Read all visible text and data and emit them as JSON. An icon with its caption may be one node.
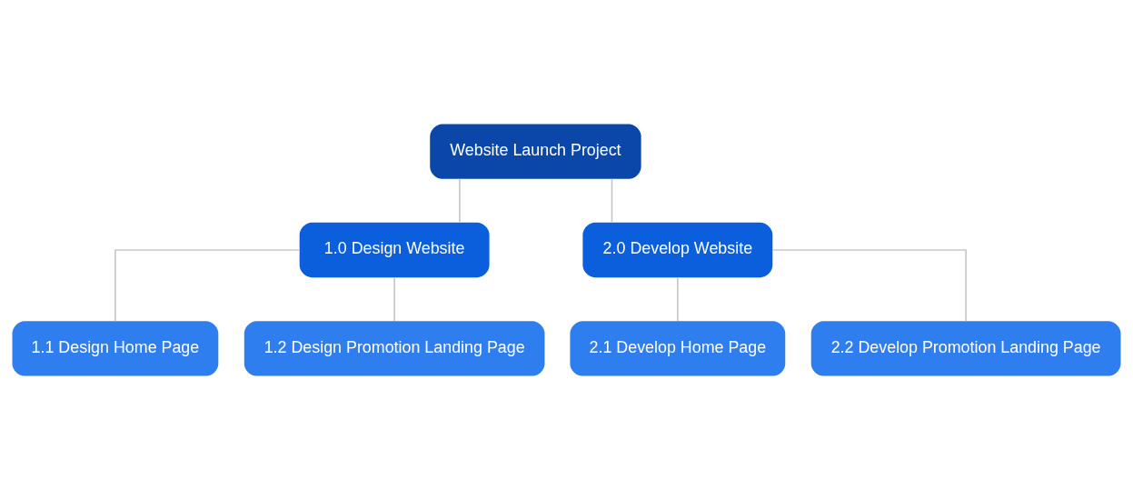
{
  "diagram": {
    "nodes": [
      {
        "text": [
          "Website Launch Project"
        ]
      },
      {
        "text": [
          "1.0 Design Website"
        ]
      },
      {
        "text": [
          "2.0 Develop Website"
        ]
      },
      {
        "text": [
          "1.1 Design Home Page"
        ]
      },
      {
        "text": [
          "1.2 Design Promotion Landing Page"
        ]
      },
      {
        "text": [
          "2.1 Develop Home Page"
        ]
      },
      {
        "text": [
          "2.2 Develop Promotion Landing Page"
        ]
      }
    ],
    "edges": [
      {
        "from": 0,
        "to": 1,
        "arrow": "none"
      },
      {
        "from": 0,
        "to": 2,
        "arrow": "none"
      },
      {
        "from": 1,
        "to": 3,
        "arrow": "none"
      },
      {
        "from": 1,
        "to": 4,
        "arrow": "none"
      },
      {
        "from": 2,
        "to": 5,
        "arrow": "none"
      },
      {
        "from": 2,
        "to": 6,
        "arrow": "none"
      }
    ]
  }
}
